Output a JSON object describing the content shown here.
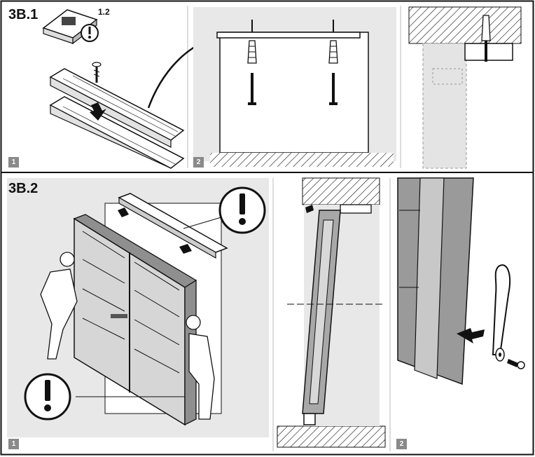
{
  "steps": {
    "top": {
      "title": "3B.1",
      "ref": "1.2",
      "panels": [
        "1",
        "2"
      ]
    },
    "bottom": {
      "title": "3B.2",
      "panels": [
        "1",
        "2"
      ]
    }
  },
  "icons": [
    "caution-exclamation-icon",
    "screw-icon",
    "wall-plug-icon",
    "arrow-icon",
    "washer-icon",
    "strap-icon",
    "door-frame-icon"
  ],
  "colors": {
    "line": "#111111",
    "fill_light": "#e8e8e8",
    "fill_mid": "#c8c8c8",
    "fill_dark": "#8f8f8f",
    "badge": "#8a8a8a"
  }
}
